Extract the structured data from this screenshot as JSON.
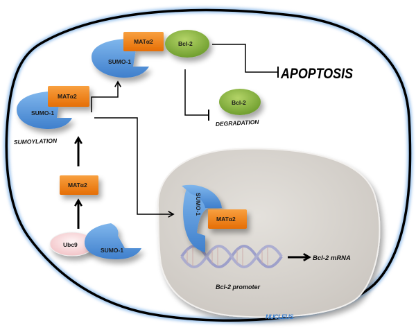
{
  "diagram": {
    "type": "signaling-pathway",
    "compartments": {
      "cell_label": "",
      "nucleus_label": "NUCLEUS"
    },
    "molecules": {
      "sumo": "SUMO-1",
      "mat": "MATα2",
      "bcl2": "Bcl-2",
      "ubc9": "Ubc9"
    },
    "process_labels": {
      "sumoylation": "SUMOYLATION",
      "apoptosis": "APOPTOSIS",
      "degradation": "DEGRADATION",
      "promoter": "Bcl-2 promoter",
      "mrna": "Bcl-2 mRNA"
    },
    "colors": {
      "cell_outline": "#000000",
      "cell_glow": "#9cc4ee",
      "nucleus_fill": "#d9d5d0",
      "sumo_fill": "#4d8fd6",
      "mat_fill": "#f07f12",
      "bcl2_fill": "#7da636",
      "ubc9_fill": "#f5d3d5",
      "nucleus_text": "#3a7fd0"
    },
    "edges": [
      {
        "from": "Ubc9 + SUMO-1",
        "to": "MATα2",
        "type": "activation"
      },
      {
        "from": "MATα2",
        "to": "SUMO-1/MATα2",
        "type": "activation",
        "label": "SUMOYLATION"
      },
      {
        "from": "SUMO-1/MATα2",
        "to": "SUMO-1/MATα2/Bcl-2",
        "type": "activation"
      },
      {
        "from": "SUMO-1/MATα2",
        "to": "Nucleus SUMO-1/MATα2",
        "type": "activation"
      },
      {
        "from": "SUMO-1/MATα2/Bcl-2",
        "to": "APOPTOSIS",
        "type": "inhibition"
      },
      {
        "from": "SUMO-1/MATα2/Bcl-2",
        "to": "Bcl-2 DEGRADATION",
        "type": "inhibition"
      },
      {
        "from": "Bcl-2 promoter",
        "to": "Bcl-2 mRNA",
        "type": "activation"
      }
    ]
  }
}
